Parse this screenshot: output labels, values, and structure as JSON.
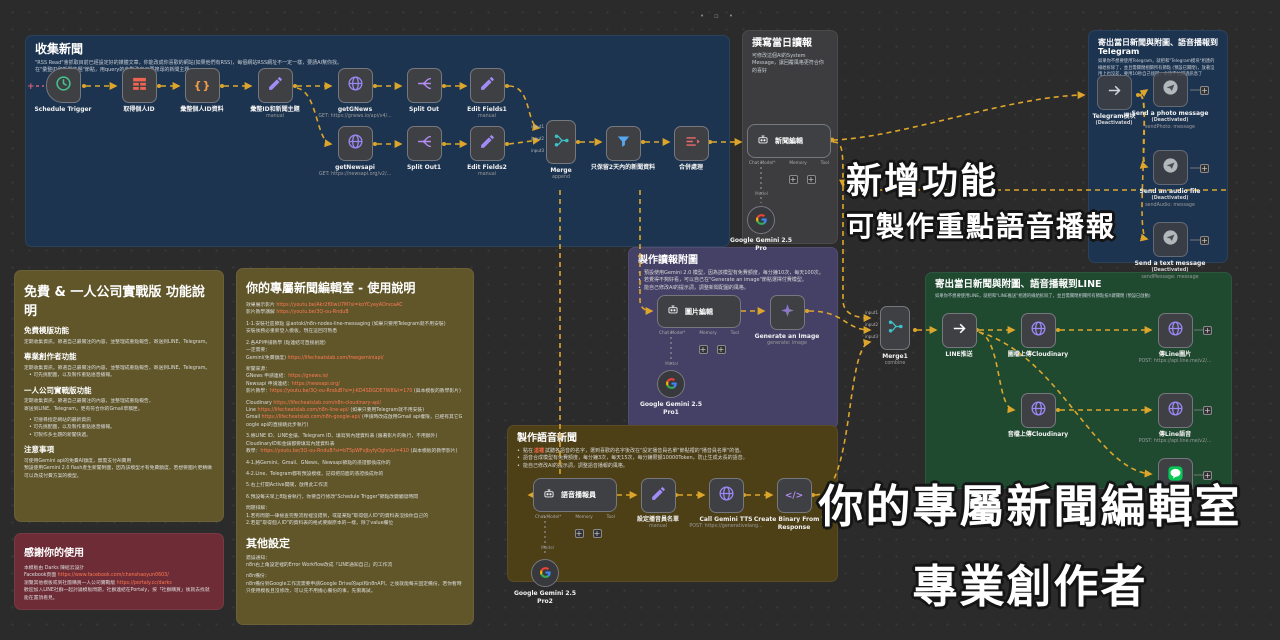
{
  "ui": {
    "dots": [
      "•",
      "▫",
      "•"
    ]
  },
  "big_labels": {
    "new_feature_title": "新增功能",
    "new_feature_sub": "可製作重點語音播報",
    "studio_title": "你的專屬新聞編輯室",
    "studio_sub": "專業創作者"
  },
  "collect": {
    "title": "收集新聞",
    "desc1": "\"RSS Read\"會抓取目前已經設定好的媒體文章，你能改成你喜歡的網站(如果他們有RSS)，每個網站RSS網址不一定一樣，要請AI幫你找。",
    "desc2": "在\"彙整ID和新聞主題\"節點，用query的參數改自己要搜尋的新聞主題",
    "nodes": {
      "schedule": {
        "label": "Schedule Trigger"
      },
      "getid": {
        "label": "取得個人ID"
      },
      "mergeid": {
        "label": "彙整個人ID資料"
      },
      "topic": {
        "label": "彙整ID和新聞主題",
        "sub": "manual"
      },
      "gnews": {
        "label": "getGNews",
        "sub": "GET: https://gnews.io/api/v4/..."
      },
      "splitout": {
        "label": "Split Out"
      },
      "edit1": {
        "label": "Edit Fields1",
        "sub": "manual"
      },
      "newsapi": {
        "label": "getNewsapi",
        "sub": "GET: https://newsapi.org/v2/..."
      },
      "splitout1": {
        "label": "Split Out1"
      },
      "edit2": {
        "label": "Edit Fields2",
        "sub": "manual"
      },
      "merge": {
        "label": "Merge",
        "sub": "append",
        "inputs": [
          "input1",
          "input2",
          "input3"
        ]
      },
      "filter2days": {
        "label": "只保留2天內的新聞資料"
      },
      "combine": {
        "label": "合併處理"
      }
    }
  },
  "write": {
    "title": "撰寫當日讀報",
    "desc": "可修改這個AI的System Message，讓回覆風格更符合你的喜好",
    "agent": {
      "label": "新聞編輯",
      "ports": [
        "Chat Model*",
        "Memory",
        "Tool"
      ],
      "model_tag": "Model"
    },
    "gemini": {
      "label": "Google Gemini 2.5",
      "label2": "Pro"
    }
  },
  "telegram": {
    "title": "寄出當日新聞與附圖、語音播報到Telegram",
    "desc": "如果你不想要使用Telegram，就把和\"Telegram模块\"相連的線給拆除了，並且需關閉相關所有節點 (預設已關閉)，放著沒用上也沒差，要用10秒自己接回，永遠不怕錯過訊息了",
    "nodes": {
      "tgm": {
        "label": "Telegram模块",
        "sub": "(Deactivated)"
      },
      "photo": {
        "label": "Send a photo message",
        "sub": "(Deactivated)",
        "sub2": "sendPhoto: message"
      },
      "audio": {
        "label": "Send an audio file",
        "sub": "(Deactivated)",
        "sub2": "sendAudio: message"
      },
      "text": {
        "label": "Send a text message",
        "sub": "(Deactivated)",
        "sub2": "sendMessage: message"
      }
    }
  },
  "image_region": {
    "title": "製作讀報附圖",
    "bullets": [
      {
        "pre": "預設使用Gemini 2.0 模型，因為該模型有免費額度，每分鐘10次，每天100次。",
        "hot": "",
        "post": ""
      },
      {
        "pre": "若覺得不夠好看，可以自己在\"Generate an image\"節點選擇付費模型。",
        "hot": "",
        "post": ""
      },
      {
        "pre": "能自己修改AI的提示詞，調整新聞配圖的風格。",
        "hot": "",
        "post": ""
      }
    ],
    "agent": {
      "label": "圖片編輯",
      "ports": [
        "Chat Model*",
        "Memory",
        "Tool"
      ],
      "model_tag": "Model"
    },
    "generate": {
      "label": "Generate an Image",
      "sub": "generate: image"
    },
    "gemini": {
      "label": "Google Gemini 2.5",
      "label2": "Pro1"
    }
  },
  "line_region": {
    "title": "寄出當日新聞與附圖、語音播報到LINE",
    "desc": "如果你不想要使用LINE，就把和\"LINE推送\"相連的線給拆除了，並且需關閉相關所有節點按X鍵關閉 (預設已啟動)",
    "nodes": {
      "merge1": {
        "label": "Merge1",
        "sub": "combine",
        "inputs": [
          "input1",
          "input2",
          "input3"
        ]
      },
      "push": {
        "label": "LINE推送"
      },
      "imgup": {
        "label": "圖檔上傳Cloudinary"
      },
      "sendimg": {
        "label": "傳Line圖片",
        "sub": "POST: https://api.line.me/v2/..."
      },
      "audup": {
        "label": "音檔上傳Cloudinary"
      },
      "sendaud": {
        "label": "傳Line語音",
        "sub": "POST: https://api.line.me/v2/..."
      },
      "sendmsg": {
        "label": ""
      }
    }
  },
  "voice": {
    "title": "製作語音新聞",
    "bullets": [
      {
        "pre": "點在 ",
        "hot": "這裡",
        "post": " 試聽各語音的名字，選到喜歡的名字後改在\"設定播音員名單\"節點裡的\"播音員名單\"的值。"
      },
      {
        "pre": "語音合成模型有免費額度，每分鐘3次，每天15次，每分鐘限額10000Token，防止生成太長的語音。",
        "hot": "",
        "post": ""
      },
      {
        "pre": "能自己修改AI的提示詞，調整語音播報的風格。",
        "hot": "",
        "post": ""
      }
    ],
    "agent": {
      "label": "語音播報員",
      "ports": [
        "Chat Model*",
        "Memory",
        "Tool"
      ],
      "model_tag": "Model"
    },
    "setname": {
      "label": "設定播音員名單",
      "sub": "manual"
    },
    "tts": {
      "label": "Call Gemini TTS",
      "sub": "POST: https://generativelang..."
    },
    "binary": {
      "label": "Create Binary From TTS",
      "label2": "Response"
    },
    "gemini": {
      "label": "Google Gemini 2.5",
      "label2": "Pro2"
    }
  },
  "notes": {
    "features": {
      "title": "免費 & 一人公司實戰版 功能說明",
      "lines": [
        {
          "cls": "h2",
          "text": "免費模版功能"
        },
        {
          "cls": "p",
          "text": "定期收集資訊，節選自己最關注的內容，並整理成重點報告，寄送到LINE、Telegram。"
        },
        {
          "cls": "h2",
          "text": "專業創作者功能"
        },
        {
          "cls": "p",
          "text": "定期收集資訊，節選自己最關注的內容，並整理成重點報告，寄送到LINE、Telegram。"
        },
        {
          "cls": "li",
          "text": "可先挑配圖，以及製作重點語音播報。"
        },
        {
          "cls": "h2",
          "text": "一人公司實戰版功能"
        },
        {
          "cls": "p",
          "text": "定期收集資訊，節選自己最關注的內容，並整理成重點報告，"
        },
        {
          "cls": "p",
          "text": "寄送到LINE、Telegram，更有符合你的Gmail草稿匣。"
        },
        {
          "cls": "gap",
          "text": ""
        },
        {
          "cls": "li",
          "text": "可搜尋指定網站的最新資訊"
        },
        {
          "cls": "li",
          "text": "可先挑配圖，以及製作重點語音播報。"
        },
        {
          "cls": "li",
          "text": "可製作多主題的新聞快遞。"
        },
        {
          "cls": "h2",
          "text": "注意事項"
        },
        {
          "cls": "p",
          "text": "可使用Gemini api的免費AI額度，無需支付AI費用"
        },
        {
          "cls": "p",
          "text": "預設使用Gemini 2.0 flash產生新聞附圖，因為該模型才有免費額度，若想要圖片更精緻可以改成付費方案的模型。"
        }
      ]
    },
    "thanks": {
      "title": "感謝你的使用",
      "lines": [
        {
          "cls": "p",
          "text": "本模板由 Darks 陳紹云設計"
        },
        {
          "cls": "p",
          "text": "Facebook頁面 ",
          "link": "https://www.facebook.com/chenshaoyun0603/"
        },
        {
          "cls": "p",
          "text": "瀏覽其他模板或到社團購買一人公司實戰版 ",
          "link": "https://portaly.cc/darks"
        },
        {
          "cls": "p",
          "text": "歡迎加入LINE社群一起討論模板問題，社群連結在Portaly，按「社群購買」後就去找就能在置頂看見。"
        }
      ]
    },
    "usage": {
      "title": "你的專屬新聞編輯室 - 使用說明",
      "lines": [
        {
          "cls": "p",
          "text": "效果展示影片 ",
          "link": "https://youtu.be/Akr2f0lwU7M?si=koYCyeyAOrvcaAC"
        },
        {
          "cls": "p",
          "text": "影片教學講解 ",
          "link": "https://youtu.be/3Q-ou-RnduB"
        },
        {
          "cls": "gap",
          "text": ""
        },
        {
          "cls": "p",
          "text": "1-1.安裝社區節點 @aotoki/n8n-nodes-line-messaging (如果只要用Telegram就不用安裝)"
        },
        {
          "cls": "p",
          "text": "安裝後務必重新登入模板，現在這回可熟悉"
        },
        {
          "cls": "gap",
          "text": ""
        },
        {
          "cls": "p",
          "text": "2.各API申請教學 (點連結可直接創建)"
        },
        {
          "cls": "p",
          "text": "一定需要："
        },
        {
          "cls": "p",
          "text": "Gemini(免費額度) ",
          "link": "https://lifecheatslab.com/freegeminiapi/"
        },
        {
          "cls": "gap",
          "text": ""
        },
        {
          "cls": "p",
          "text": "新聞來源："
        },
        {
          "cls": "p",
          "text": "GNews 申請連結：",
          "link": "https://gnews.io/"
        },
        {
          "cls": "p",
          "text": "Newsapi 申請連結：",
          "link": "https://newsapi.org/"
        },
        {
          "cls": "p",
          "text": "影片教學：",
          "link": "https://youtu.be/3Q-ou-RnduB?si=J-KD4SDGDE7W8&t=170",
          "tail": " (與本模板的教學影片)"
        },
        {
          "cls": "gap",
          "text": ""
        },
        {
          "cls": "p",
          "text": "Cloudinary ",
          "link": "https://lifecheatslab.com/n8n-cloudinary-api/"
        },
        {
          "cls": "p",
          "text": "Line ",
          "link": "https://lifecheatslab.com/n8n-line-api/",
          "tail": " (如果只要用Telegram就不用安裝)"
        },
        {
          "cls": "p",
          "text": "Gmail ",
          "link": "https://lifecheatslab.com/n8n-google-api/",
          "tail": " (申請時改成啟用Gmail api權限，已經有其它Google api的直接跳此步執行)"
        },
        {
          "cls": "gap",
          "text": ""
        },
        {
          "cls": "p",
          "text": "3.將LINE ID、LINE金鑰、Telegram ID、填寫到內建資料表 (跟著影片的執行，不用額外)"
        },
        {
          "cls": "p",
          "text": "CloudinaryID和金鑰都要填寫內建資料表"
        },
        {
          "cls": "p",
          "text": "教學：",
          "link": "https://youtu.be/3Q-ou-RnduB?si=bT5pWFvJbyfyOghn&t=410",
          "tail": " (與本模板的教學影片)"
        },
        {
          "cls": "gap",
          "text": ""
        },
        {
          "cls": "p",
          "text": "4-1.將Gemini、Gmail、GNews、Newsapi節點的憑證都換成你的"
        },
        {
          "cls": "gap",
          "text": ""
        },
        {
          "cls": "p",
          "text": "4-2.Line、Telegram都有預設模樣，記得把前面的憑證換成你的"
        },
        {
          "cls": "gap",
          "text": ""
        },
        {
          "cls": "p",
          "text": "5.右上打開Active開關，啟用此工作流"
        },
        {
          "cls": "gap",
          "text": ""
        },
        {
          "cls": "p",
          "text": "6.預設每天早上8點會執行，你要自行修改\"Schedule Trigger\"節點改變觸發時間"
        },
        {
          "cls": "gap",
          "text": ""
        },
        {
          "cls": "p",
          "text": "問題排解："
        },
        {
          "cls": "p",
          "text": "1.若有問題一律檢查完整流程裡沒錯到，或是某點\"取得個人ID\"的資料表沒換你自己的"
        },
        {
          "cls": "p",
          "text": "2.若是\"取得個人ID\"的資料表的格式要跟原本的一樣，除了value欄位"
        },
        {
          "cls": "h1",
          "text": "其他設定"
        },
        {
          "cls": "p",
          "text": "錯誤通知："
        },
        {
          "cls": "p",
          "text": "n8n右上角設定裡的Error Workflow改成「LINE通知自己」的工作流"
        },
        {
          "cls": "gap",
          "text": ""
        },
        {
          "cls": "p",
          "text": "n8n備份："
        },
        {
          "cls": "p",
          "text": "n8n備份到Google工作流需要申請Google Drive的api和n8nAPI，之後就能每天固定備份，若你暫時只使用模板且沒修改，可以先不用擔心備份的事，先衝再試。"
        }
      ]
    }
  }
}
